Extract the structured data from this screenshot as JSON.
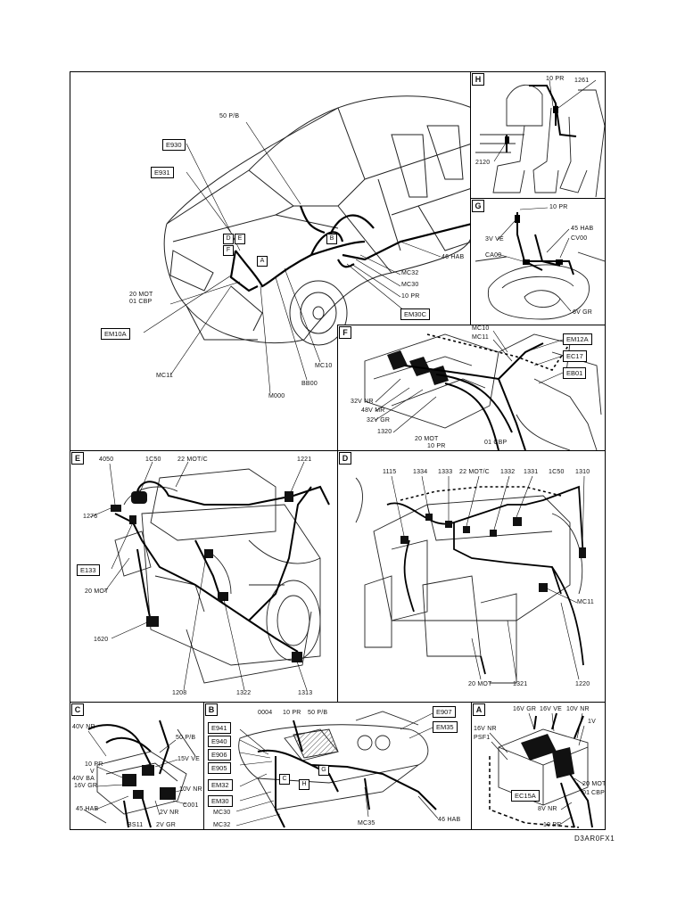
{
  "footer_ref": "D3AR0FX1",
  "panels": {
    "main": {
      "labels": [
        "50 P/B",
        "46 HAB",
        "MC32",
        "MC30",
        "10 PR",
        "20 MOT",
        "01 CBP",
        "MC11",
        "MC10",
        "BB00",
        "M000"
      ],
      "boxes": [
        "E930",
        "E931",
        "EM10A",
        "EM30C"
      ],
      "tags": [
        "D",
        "E",
        "F",
        "A",
        "B"
      ]
    },
    "H": {
      "letter": "H",
      "labels": [
        "10 PR",
        "1261",
        "2120"
      ]
    },
    "G": {
      "letter": "G",
      "labels": [
        "10 PR",
        "45 HAB",
        "CV00",
        "3V VE",
        "CA00",
        "6V GR"
      ]
    },
    "F": {
      "letter": "F",
      "labels": [
        "MC10",
        "MC11",
        "32V NR",
        "48V MR",
        "32V GR",
        "1320",
        "20 MOT",
        "10 PR",
        "01 CBP"
      ],
      "boxes": [
        "EM12A",
        "EC17",
        "EB01"
      ]
    },
    "E": {
      "letter": "E",
      "labels": [
        "4050",
        "1C50",
        "22 MOT/C",
        "1221",
        "1276",
        "20 MOT",
        "1620",
        "1208",
        "1322",
        "1313"
      ],
      "boxes": [
        "E133"
      ]
    },
    "D": {
      "letter": "D",
      "labels": [
        "1115",
        "1334",
        "1333",
        "22 MOT/C",
        "1332",
        "1331",
        "1C50",
        "1310",
        "MC11",
        "20 MOT",
        "1321",
        "1220"
      ]
    },
    "C": {
      "letter": "C",
      "labels": [
        "40V NR",
        "50 P/B",
        "10 PR",
        "V",
        "40V BA",
        "16V GR",
        "15V VE",
        "10V NR",
        "C001",
        "2V NR",
        "45 HAB",
        "BS11",
        "2V GR"
      ]
    },
    "B": {
      "letter": "B",
      "labels": [
        "0004",
        "10 PR",
        "50 P/B",
        "MC30",
        "MC32",
        "MC35",
        "46 HAB"
      ],
      "boxes": [
        "E941",
        "E940",
        "E906",
        "E905",
        "EM32",
        "EM30",
        "E907",
        "EM35"
      ],
      "tags": [
        "C",
        "H",
        "G"
      ]
    },
    "A": {
      "letter": "A",
      "labels": [
        "16V GR",
        "16V VE",
        "10V NR",
        "16V NR",
        "PSF1",
        "1V",
        "20 MOT",
        "01",
        "CBP",
        "8V NR",
        "10 PR"
      ],
      "boxes": [
        "EC15A"
      ]
    }
  }
}
